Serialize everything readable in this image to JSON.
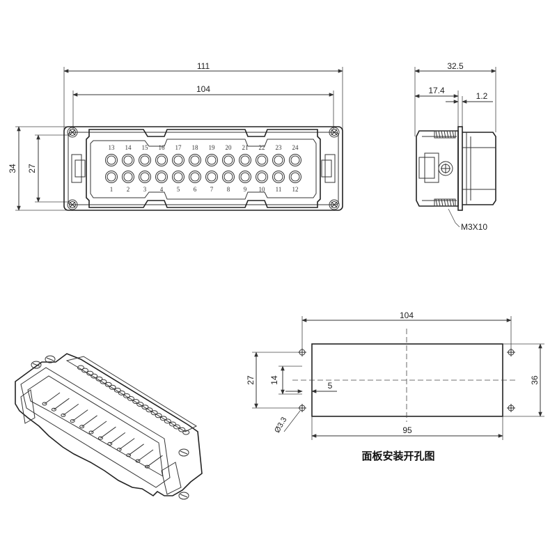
{
  "front_view": {
    "overall_width": "111",
    "inner_width": "104",
    "overall_height": "34",
    "inner_height": "27",
    "top_pins": [
      "13",
      "14",
      "15",
      "16",
      "17",
      "18",
      "19",
      "20",
      "21",
      "22",
      "23",
      "24"
    ],
    "bottom_pins": [
      "1",
      "2",
      "3",
      "4",
      "5",
      "6",
      "7",
      "8",
      "9",
      "10",
      "11",
      "12"
    ]
  },
  "side_view": {
    "overall_depth": "32.5",
    "depth_to_flange": "17.4",
    "flange_thickness": "1.2",
    "screw_label": "M3X10"
  },
  "panel_cutout": {
    "hole_spacing": "104",
    "cutout_width": "95",
    "cutout_height": "36",
    "hole_vertical": "27",
    "half_height": "14",
    "offset": "5",
    "hole_diameter": "Ø3.3",
    "caption": "面板安装开孔图"
  }
}
